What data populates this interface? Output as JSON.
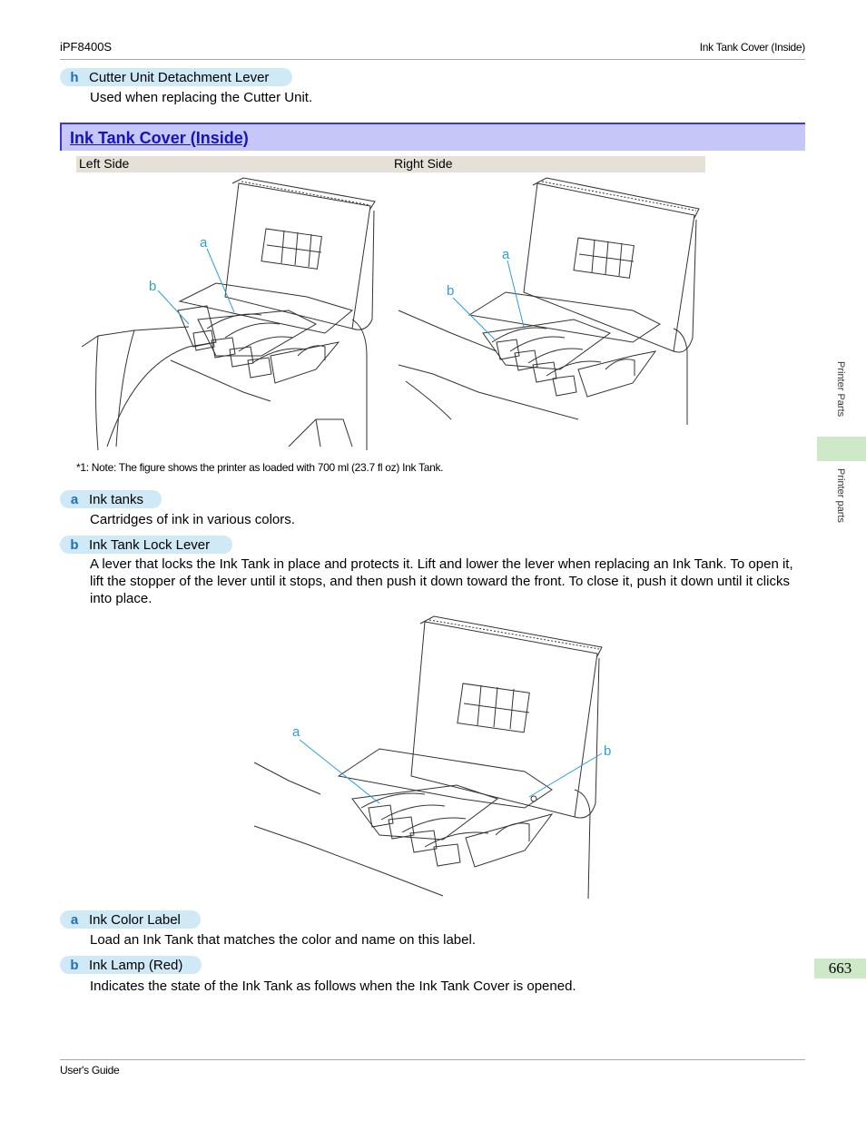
{
  "header": {
    "model": "iPF8400S",
    "section": "Ink Tank Cover (Inside)"
  },
  "item_h": {
    "letter": "h",
    "name": "Cutter Unit Detachment Lever",
    "desc": "Used when replacing the Cutter Unit."
  },
  "section": {
    "title": "Ink Tank Cover (Inside)"
  },
  "table": {
    "left_head": "Left Side",
    "right_head": "Right Side"
  },
  "fig_left": {
    "a": "a",
    "b": "b"
  },
  "fig_right": {
    "a": "a",
    "b": "b"
  },
  "note": "*1: Note: The figure shows the printer as loaded with 700 ml (23.7 fl oz) Ink Tank.",
  "items1": [
    {
      "letter": "a",
      "name": "Ink tanks",
      "desc": "Cartridges of ink in various colors."
    },
    {
      "letter": "b",
      "name": "Ink Tank Lock Lever",
      "desc": "A lever that locks the Ink Tank in place and protects it. Lift and lower the lever when replacing an Ink Tank. To open it, lift the stopper of the lever until it stops, and then push it down toward the front. To close it, push it down until it clicks into place."
    }
  ],
  "fig_bottom": {
    "a": "a",
    "b": "b"
  },
  "items2": [
    {
      "letter": "a",
      "name": "Ink Color Label",
      "desc": "Load an Ink Tank that matches the color and name on this label."
    },
    {
      "letter": "b",
      "name": "Ink Lamp (Red)",
      "desc": "Indicates the state of the Ink Tank as follows when the Ink Tank Cover is opened."
    }
  ],
  "sidebar": {
    "top_label": "Printer Parts",
    "bottom_label": "Printer parts"
  },
  "page_number": "663",
  "footer": {
    "guide": "User's Guide"
  }
}
